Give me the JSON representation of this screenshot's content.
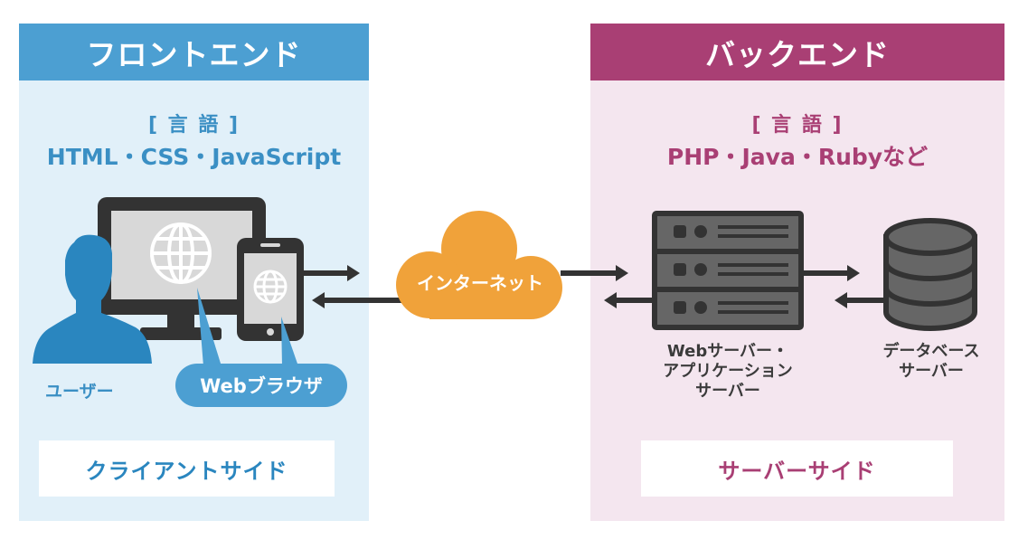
{
  "colors": {
    "frontend_accent": "#4c9fd2",
    "frontend_bg": "#e1f0f9",
    "backend_accent": "#a93f74",
    "backend_bg": "#f4e6ef",
    "internet": "#f0a23a",
    "device_dark": "#333333"
  },
  "frontend": {
    "title": "フロントエンド",
    "lang_label": "[ 言 語 ]",
    "languages": "HTML・CSS・JavaScript",
    "user_label": "ユーザー",
    "browser_label": "Webブラウザ",
    "side_label": "クライアントサイド",
    "icons": [
      "user-icon",
      "desktop-monitor-icon",
      "smartphone-icon",
      "globe-icon"
    ]
  },
  "internet": {
    "label": "インターネット",
    "icon": "cloud-icon"
  },
  "backend": {
    "title": "バックエンド",
    "lang_label": "[ 言 語 ]",
    "languages": "PHP・Java・Rubyなど",
    "web_server_label_1": "Webサーバー・",
    "web_server_label_2": "アプリケーション",
    "web_server_label_3": "サーバー",
    "db_label_1": "データベース",
    "db_label_2": "サーバー",
    "side_label": "サーバーサイド",
    "icons": [
      "server-rack-icon",
      "database-icon"
    ]
  }
}
